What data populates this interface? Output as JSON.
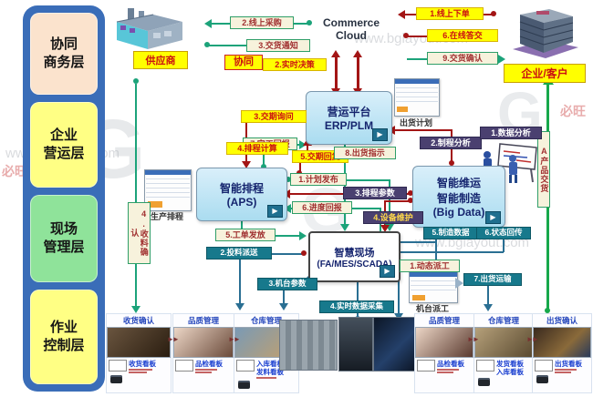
{
  "watermark": {
    "url": "www.bglayout.com",
    "brand": "必旺"
  },
  "sidebar": {
    "layers": [
      {
        "label": "协同\n商务层"
      },
      {
        "label": "企业\n营运层"
      },
      {
        "label": "现场\n管理层"
      },
      {
        "label": "作业\n控制层"
      }
    ]
  },
  "actors": {
    "supplier": "供应商",
    "customer": "企业/客户",
    "cloud": "Commerce\nCloud",
    "collab": "协同"
  },
  "boxes": {
    "erp": {
      "l1": "营运平台",
      "l2": "ERP/PLM"
    },
    "aps": {
      "l1": "智能排程",
      "l2": "(APS)",
      "caption": "生产排程"
    },
    "bigdata": {
      "l1": "智能维运",
      "l2": "智能制造",
      "l3": "(Big Data)"
    },
    "mes": {
      "l1": "智慧现场",
      "l2": "(FA/MES/SCADA)",
      "caption": "机台派工"
    },
    "ship_plan_caption": "出货计划"
  },
  "labels": {
    "online_order": "1.线上下单",
    "online_reply": "6.在线答交",
    "delivery_confirm": "9.交货确认",
    "online_purchase": "2.线上采购",
    "delivery_notice": "3.交货通知",
    "realtime_decision": "2.实时决策",
    "delivery_inquiry": "3.交期询问",
    "schedule_calc": "4.排程计算",
    "completion_report": "7.完工回报",
    "delivery_reply": "5.交期回复",
    "ship_instruction": "8.出货指示",
    "data_analysis": "1.数据分析",
    "process_analysis": "2.制程分析",
    "product_delivery": "A产品交货",
    "receiving_confirm": "4.收料确认",
    "plan_release": "1.计划发布",
    "schedule_params": "3.排程参数",
    "progress_report": "6.进度回报",
    "equipment_maintenance": "4.设备维护",
    "workorder_release": "5.工单发放",
    "material_dispatch": "2.投料派送",
    "machine_params": "3.机台参数",
    "realtime_data_collection": "4.实时数据采集",
    "manufacturing_data": "5.制造数据",
    "status_feedback": "6.状态回传",
    "dynamic_dispatch": "1.动态派工",
    "ship_transport": "7.出货运输"
  },
  "stations": [
    {
      "title": "收货确认",
      "kanban": [
        "收货看板"
      ]
    },
    {
      "title": "品质管理",
      "kanban": [
        "品检看板"
      ]
    },
    {
      "title": "仓库管理",
      "kanban": [
        "入库看板",
        "发料看板"
      ]
    },
    {
      "title": "品质管理",
      "kanban": [
        "品检看板"
      ]
    },
    {
      "title": "仓库管理",
      "kanban": [
        "发货看板",
        "入库看板"
      ]
    },
    {
      "title": "出货确认",
      "kanban": [
        "出货看板"
      ]
    }
  ],
  "colors": {
    "teal": "#1ca37a",
    "red": "#a31515",
    "steel": "#2a6f93",
    "green": "#17a84b",
    "yellow": "#ffff00",
    "purple": "#4a4070",
    "darkteal": "#17798c"
  }
}
